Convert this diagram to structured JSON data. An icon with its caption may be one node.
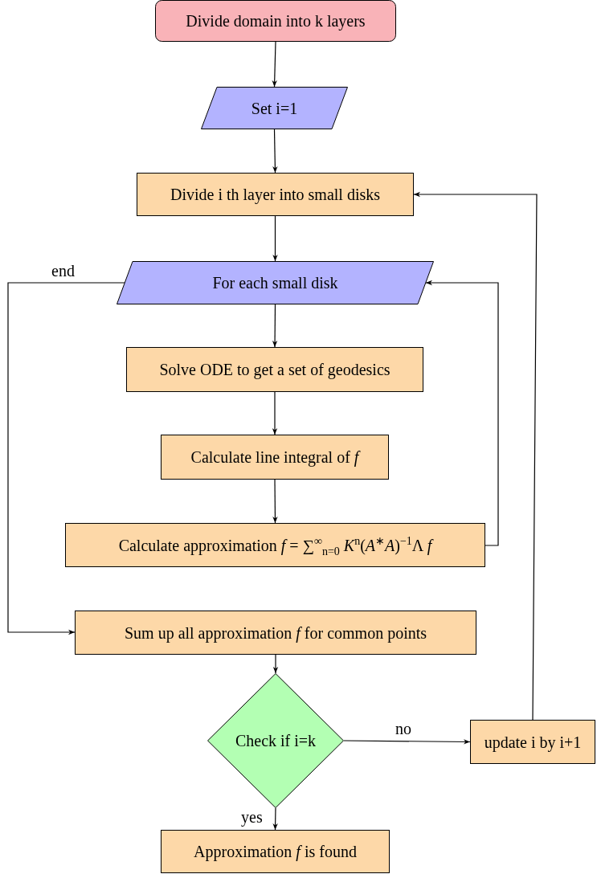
{
  "diagram": {
    "nodes": [
      {
        "text": [
          "Divide domain into k layers"
        ]
      },
      {
        "text": [
          "Set i=1"
        ]
      },
      {
        "text": [
          "Divide i th layer into small disks"
        ]
      },
      {
        "text": [
          "For each small disk"
        ]
      },
      {
        "text": [
          "Solve ODE to get a set of geodesics"
        ]
      },
      {
        "text": [
          "Calculate line integral of *f*"
        ]
      },
      {
        "text": [
          "Calculate approximation *f* = ∑$^{∞}$$_{n=0}$ *K*$^{n}$(*A*$^{∗}$*A*)$^{−1}$Λ *f*"
        ]
      },
      {
        "text": [
          "Sum up all approximation *f* for common points"
        ]
      },
      {
        "text": [
          "Check if i=k"
        ]
      },
      {
        "text": [
          "update i by i+1"
        ]
      },
      {
        "text": [
          "Approximation *f* is found"
        ]
      }
    ],
    "edges": [
      {
        "from": 0,
        "to": 1,
        "arrow": "to"
      },
      {
        "from": 1,
        "to": 2,
        "arrow": "to"
      },
      {
        "from": 2,
        "to": 3,
        "arrow": "to"
      },
      {
        "from": 3,
        "to": 4,
        "arrow": "to"
      },
      {
        "from": 4,
        "to": 5,
        "arrow": "to"
      },
      {
        "from": 5,
        "to": 6,
        "arrow": "to"
      },
      {
        "from": 6,
        "to": 3,
        "arrow": "to"
      },
      {
        "from": 3,
        "to": 7,
        "arrow": "to",
        "label": "end"
      },
      {
        "from": 7,
        "to": 8,
        "arrow": "to"
      },
      {
        "from": 8,
        "to": 9,
        "arrow": "to",
        "label": "no"
      },
      {
        "from": 9,
        "to": 2,
        "arrow": "to"
      },
      {
        "from": 8,
        "to": 10,
        "arrow": "to",
        "label": "yes"
      }
    ]
  }
}
